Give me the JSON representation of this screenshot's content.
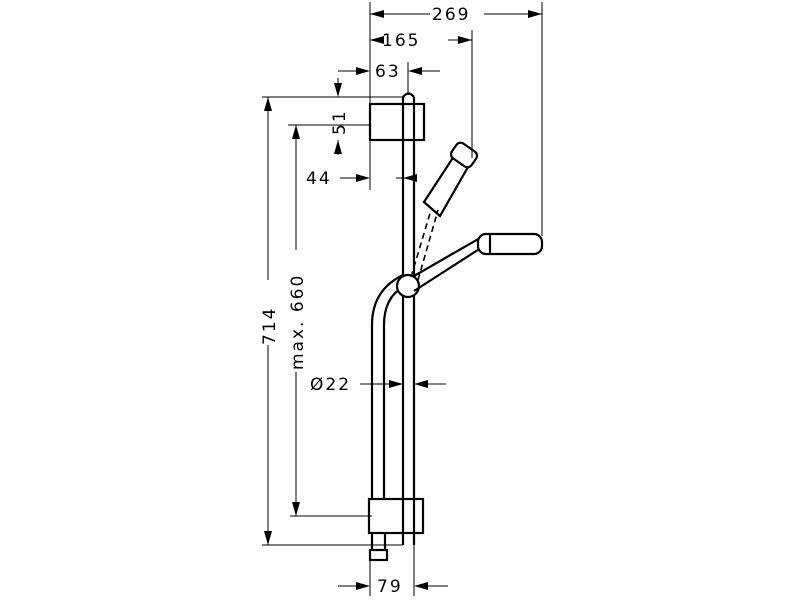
{
  "dimensions": {
    "width_total": "269",
    "width_handshower": "165",
    "offset_63": "63",
    "bracket_51": "51",
    "offset_44": "44",
    "height_total": "714",
    "height_max": "max. 660",
    "diameter": "Ø22",
    "bottom_79": "79"
  }
}
